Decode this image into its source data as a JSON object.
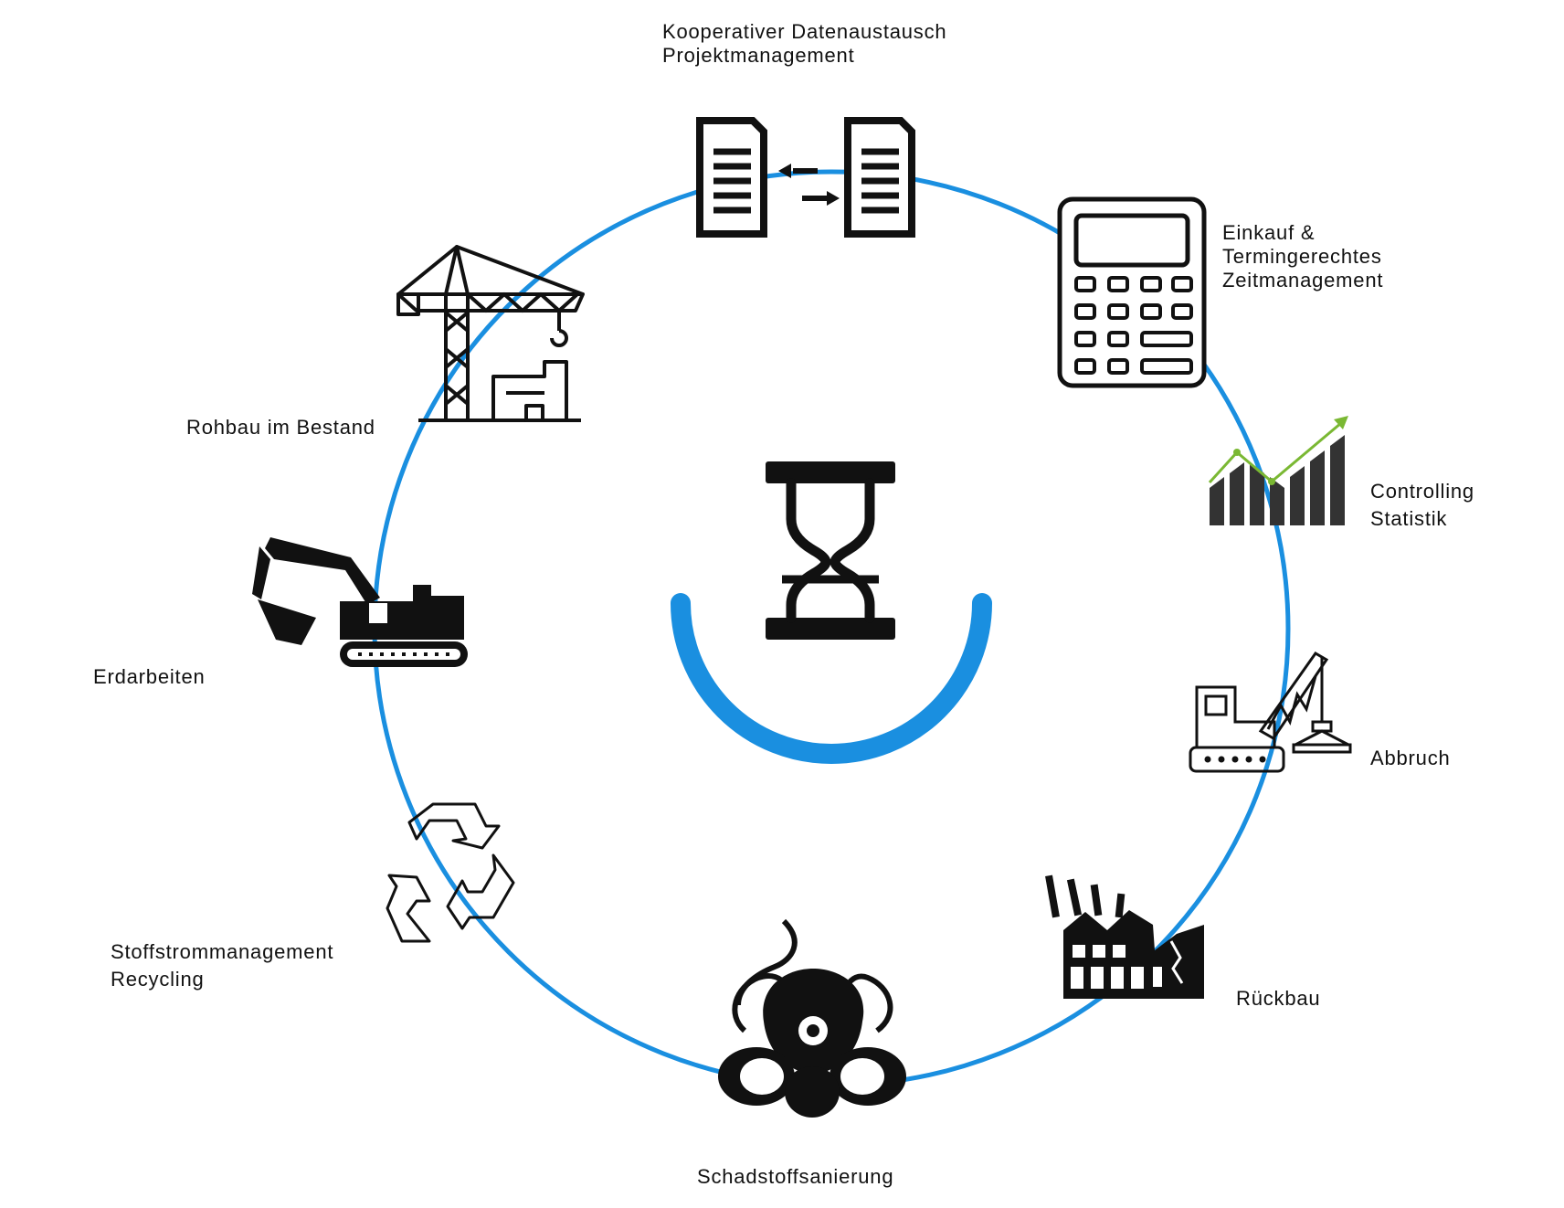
{
  "colors": {
    "ring": "#1a8fe0",
    "icon": "#111111",
    "accent_green": "#7ab833"
  },
  "center": {
    "icon": "hourglass-icon",
    "arc_color": "#1a8fe0"
  },
  "steps": {
    "datenaustausch": {
      "icon": "document-exchange-icon",
      "line1": "Kooperativer Datenaustausch",
      "line2": "Projektmanagement"
    },
    "einkauf": {
      "icon": "calculator-icon",
      "line1": "Einkauf &",
      "line2": "Termingerechtes",
      "line3": "Zeitmanagement"
    },
    "controlling": {
      "icon": "growth-chart-icon",
      "line1": "Controlling",
      "line2": "Statistik"
    },
    "abbruch": {
      "icon": "demolition-crane-icon",
      "line1": "Abbruch"
    },
    "rueckbau": {
      "icon": "damaged-factory-icon",
      "line1": "Rückbau"
    },
    "schadstoff": {
      "icon": "gas-mask-icon",
      "line1": "Schadstoffsanierung"
    },
    "stoffstrom": {
      "icon": "recycling-icon",
      "line1": "Stoffstrommanagement",
      "line2": "Recycling"
    },
    "erdarbeiten": {
      "icon": "excavator-icon",
      "line1": "Erdarbeiten"
    },
    "rohbau": {
      "icon": "tower-crane-icon",
      "line1": "Rohbau im Bestand"
    }
  }
}
